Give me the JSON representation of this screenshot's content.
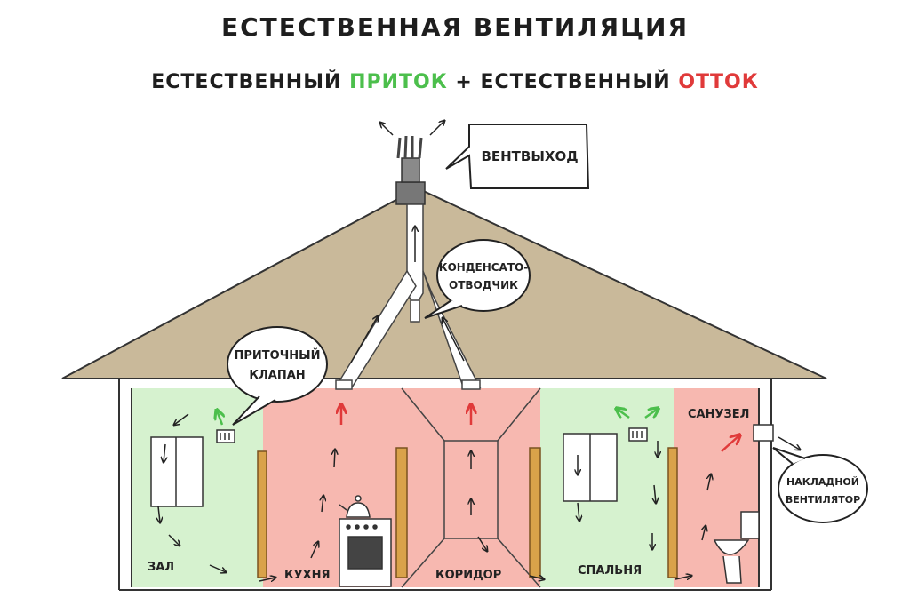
{
  "title": "ЕСТЕСТВЕННАЯ ВЕНТИЛЯЦИЯ",
  "subtitle": {
    "part1": "ЕСТЕСТВЕННЫЙ ",
    "intake": "ПРИТОК",
    "part2": " + ЕСТЕСТВЕННЫЙ ",
    "outflow": "ОТТОК"
  },
  "callouts": {
    "vent_exit": "ВЕНТВЫХОД",
    "condensate_line1": "КОНДЕНСАТО-",
    "condensate_line2": "ОТВОДЧИК",
    "intake_valve_line1": "ПРИТОЧНЫЙ",
    "intake_valve_line2": "КЛАПАН",
    "fan_line1": "НАКЛАДНОЙ",
    "fan_line2": "ВЕНТИЛЯТОР"
  },
  "rooms": {
    "hall": "ЗАЛ",
    "kitchen": "КУХНЯ",
    "corridor": "КОРИДОР",
    "bedroom": "СПАЛЬНЯ",
    "bathroom": "САНУЗЕЛ"
  },
  "colors": {
    "intake_green": "#4cbf4c",
    "outflow_red": "#e03a3a",
    "green_room": "#d6f2cf",
    "red_room": "#f7b8b0",
    "roof": "#c9b99a"
  }
}
